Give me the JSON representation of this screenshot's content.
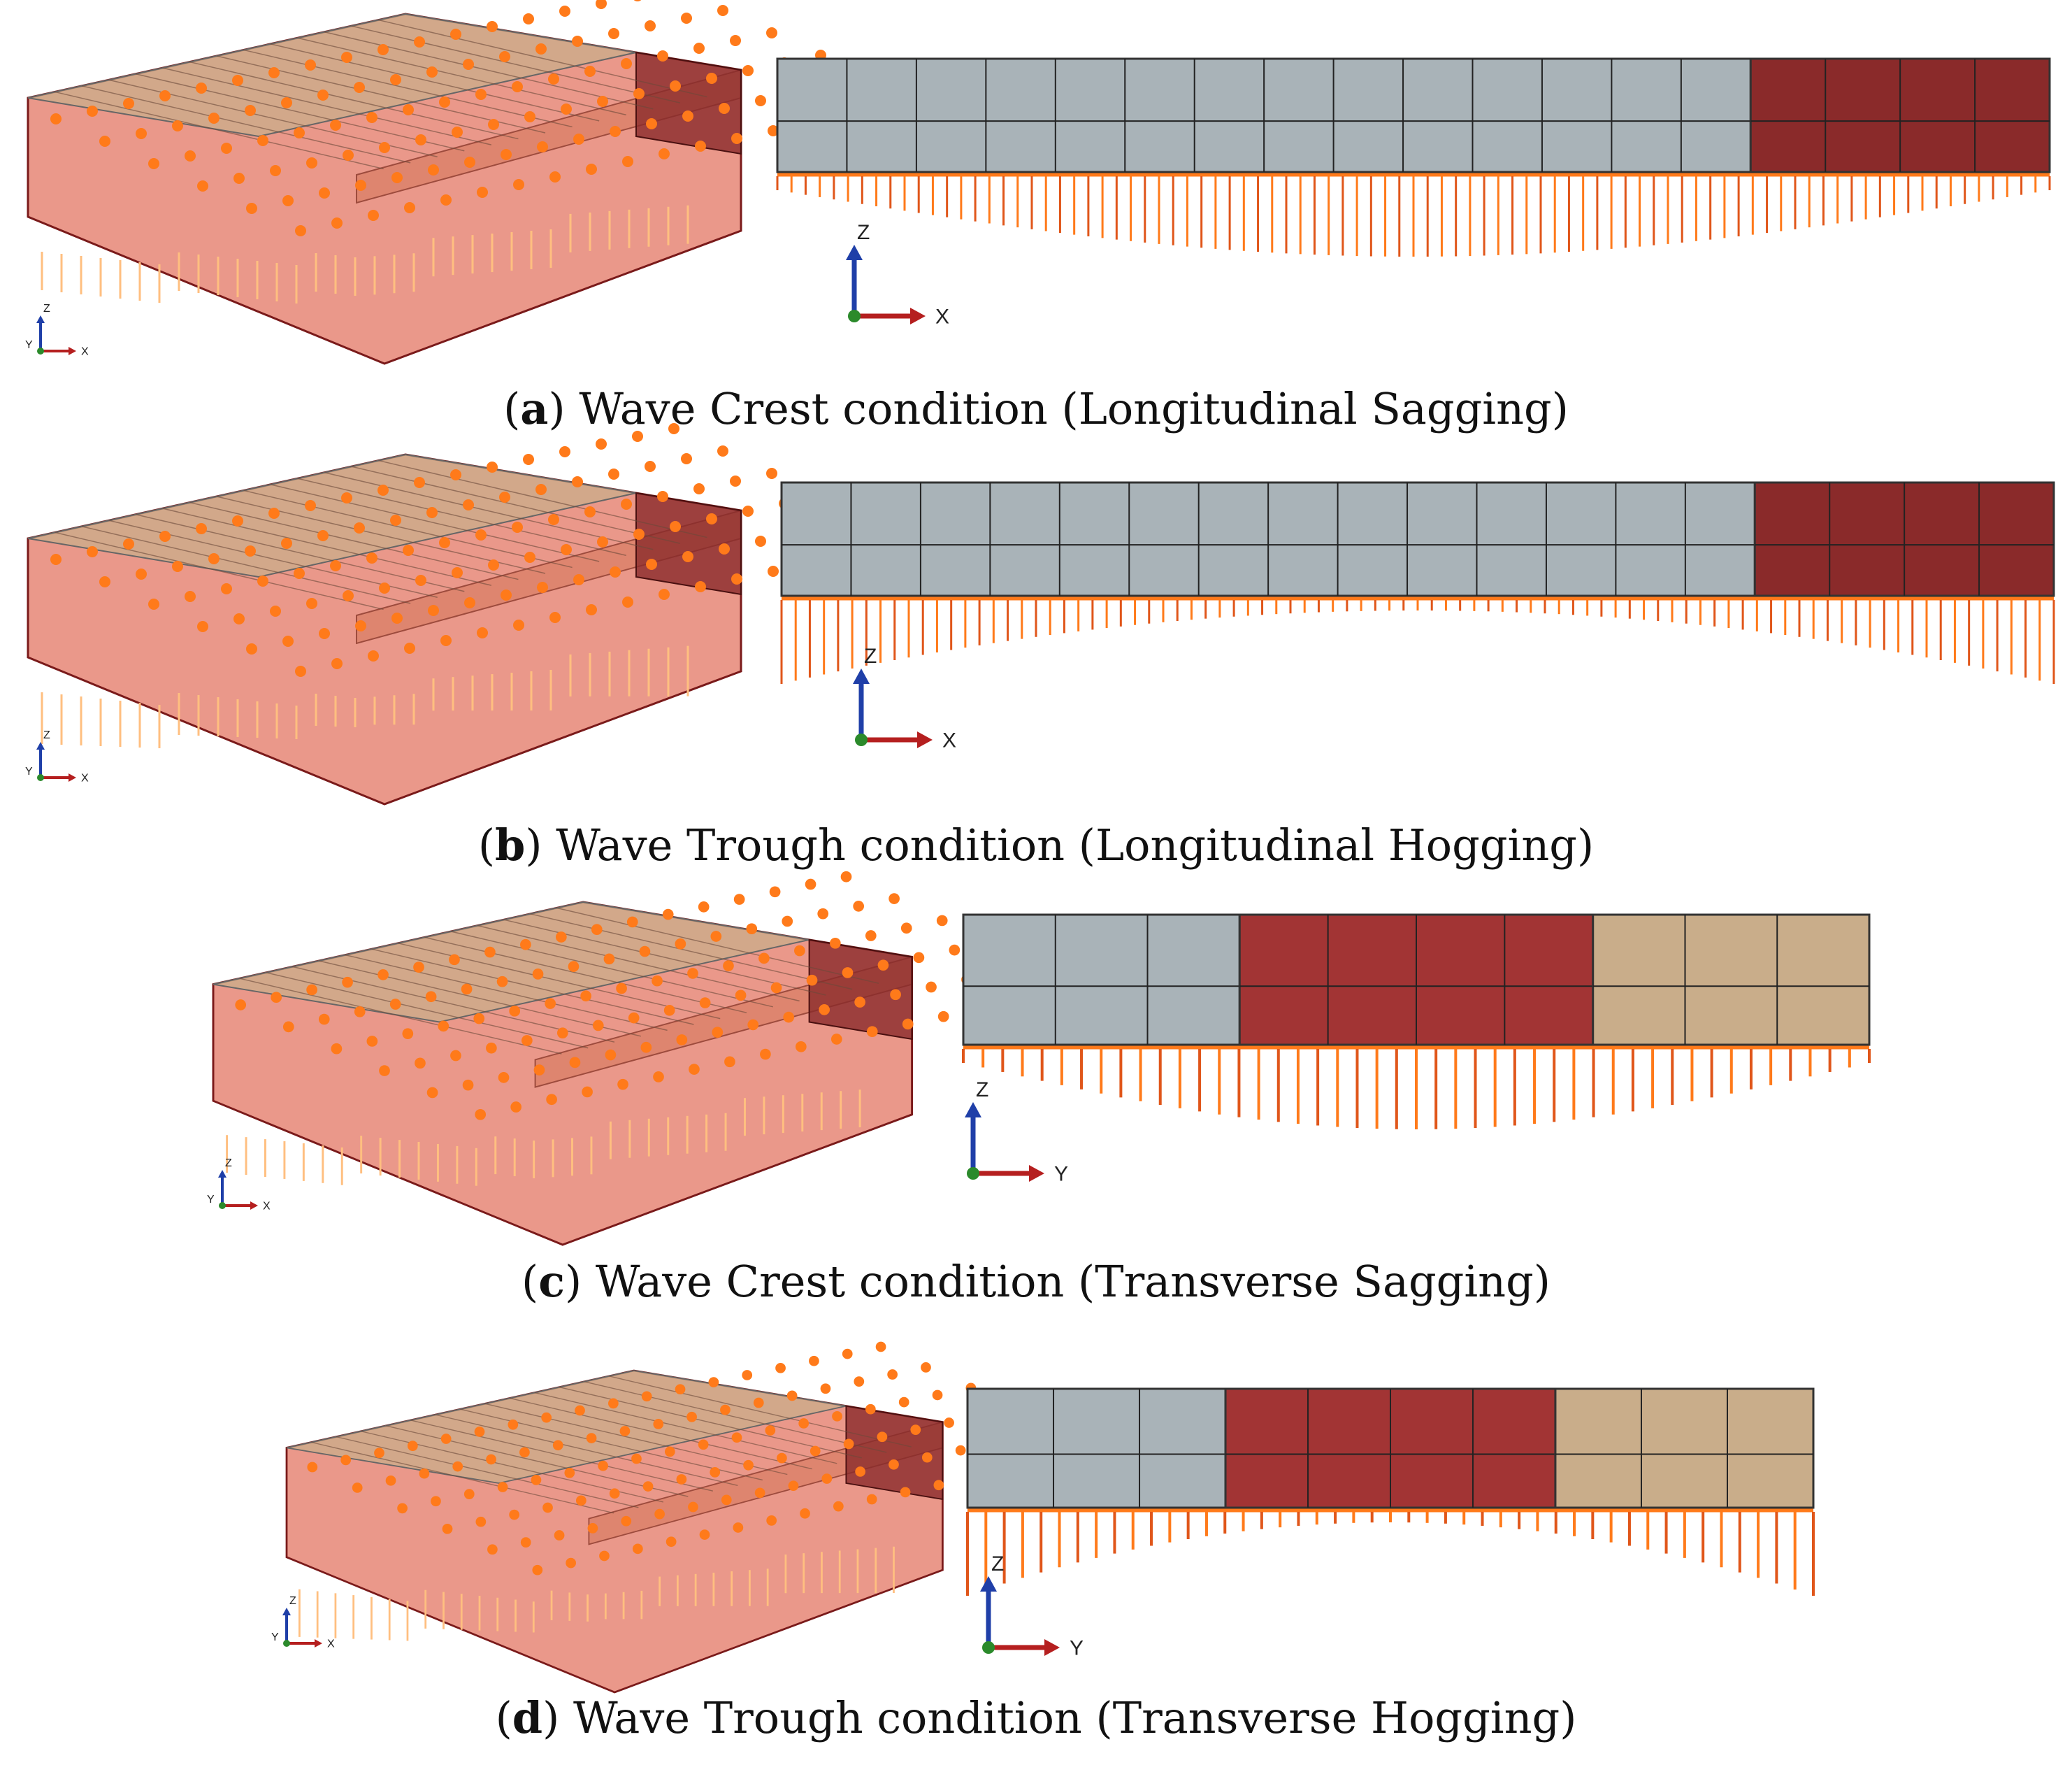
{
  "figure": {
    "panels": [
      {
        "letter": "a",
        "caption": "Wave Crest condition (Longitudinal Sagging)",
        "side_view_axes": [
          "Z",
          "X"
        ],
        "iso_axes": [
          "Z",
          "Y",
          "X"
        ],
        "load_profile": "sagging"
      },
      {
        "letter": "b",
        "caption": "Wave Trough condition (Longitudinal Hogging)",
        "side_view_axes": [
          "Z",
          "X"
        ],
        "iso_axes": [
          "Z",
          "Y",
          "X"
        ],
        "load_profile": "hogging"
      },
      {
        "letter": "c",
        "caption": "Wave Crest condition (Transverse Sagging)",
        "side_view_axes": [
          "Z",
          "Y"
        ],
        "iso_axes": [
          "Z",
          "Y",
          "X"
        ],
        "load_profile": "sagging"
      },
      {
        "letter": "d",
        "caption": "Wave Trough condition (Transverse Hogging)",
        "side_view_axes": [
          "Z",
          "Y"
        ],
        "iso_axes": [
          "Z",
          "Y",
          "X"
        ],
        "load_profile": "hogging"
      }
    ],
    "colors": {
      "grey_box": "#a9b3b8",
      "tan_box": "#c9ad8a",
      "red_box": "#a23434",
      "dark_red_box": "#8a2a2a",
      "load_arrow": "#ff7a1a",
      "load_arrow_dark": "#e0561a",
      "axis_z": "#1f3fa8",
      "axis_x": "#b51f1f",
      "axis_y": "#2b8a2b"
    }
  }
}
